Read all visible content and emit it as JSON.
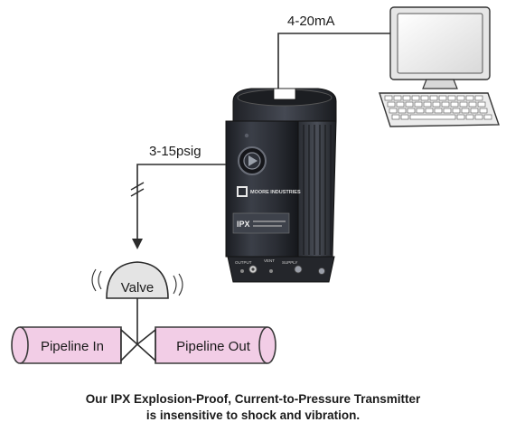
{
  "labels": {
    "current_signal": "4-20mA",
    "pressure_signal": "3-15psig",
    "valve": "Valve",
    "pipeline_in": "Pipeline In",
    "pipeline_out": "Pipeline Out"
  },
  "device": {
    "brand_text": "MOORE INDUSTRIES",
    "model_text": "IPX",
    "port_labels": [
      "OUTPUT",
      "VENT",
      "SUPPLY"
    ]
  },
  "caption": {
    "line1": "Our IPX Explosion-Proof, Current-to-Pressure Transmitter",
    "line2": "is insensitive to shock and vibration."
  },
  "colors": {
    "pipe_fill": "#f2cde6",
    "pipe_stroke": "#3a3a3a",
    "valve_fill": "#e4e4e4",
    "line": "#2b2b2b",
    "device_body": "#2c2f36",
    "computer_body": "#e9e9e9"
  },
  "icons": [
    "computer-icon",
    "transmitter-device",
    "valve-icon",
    "vibration-waves-icon"
  ]
}
